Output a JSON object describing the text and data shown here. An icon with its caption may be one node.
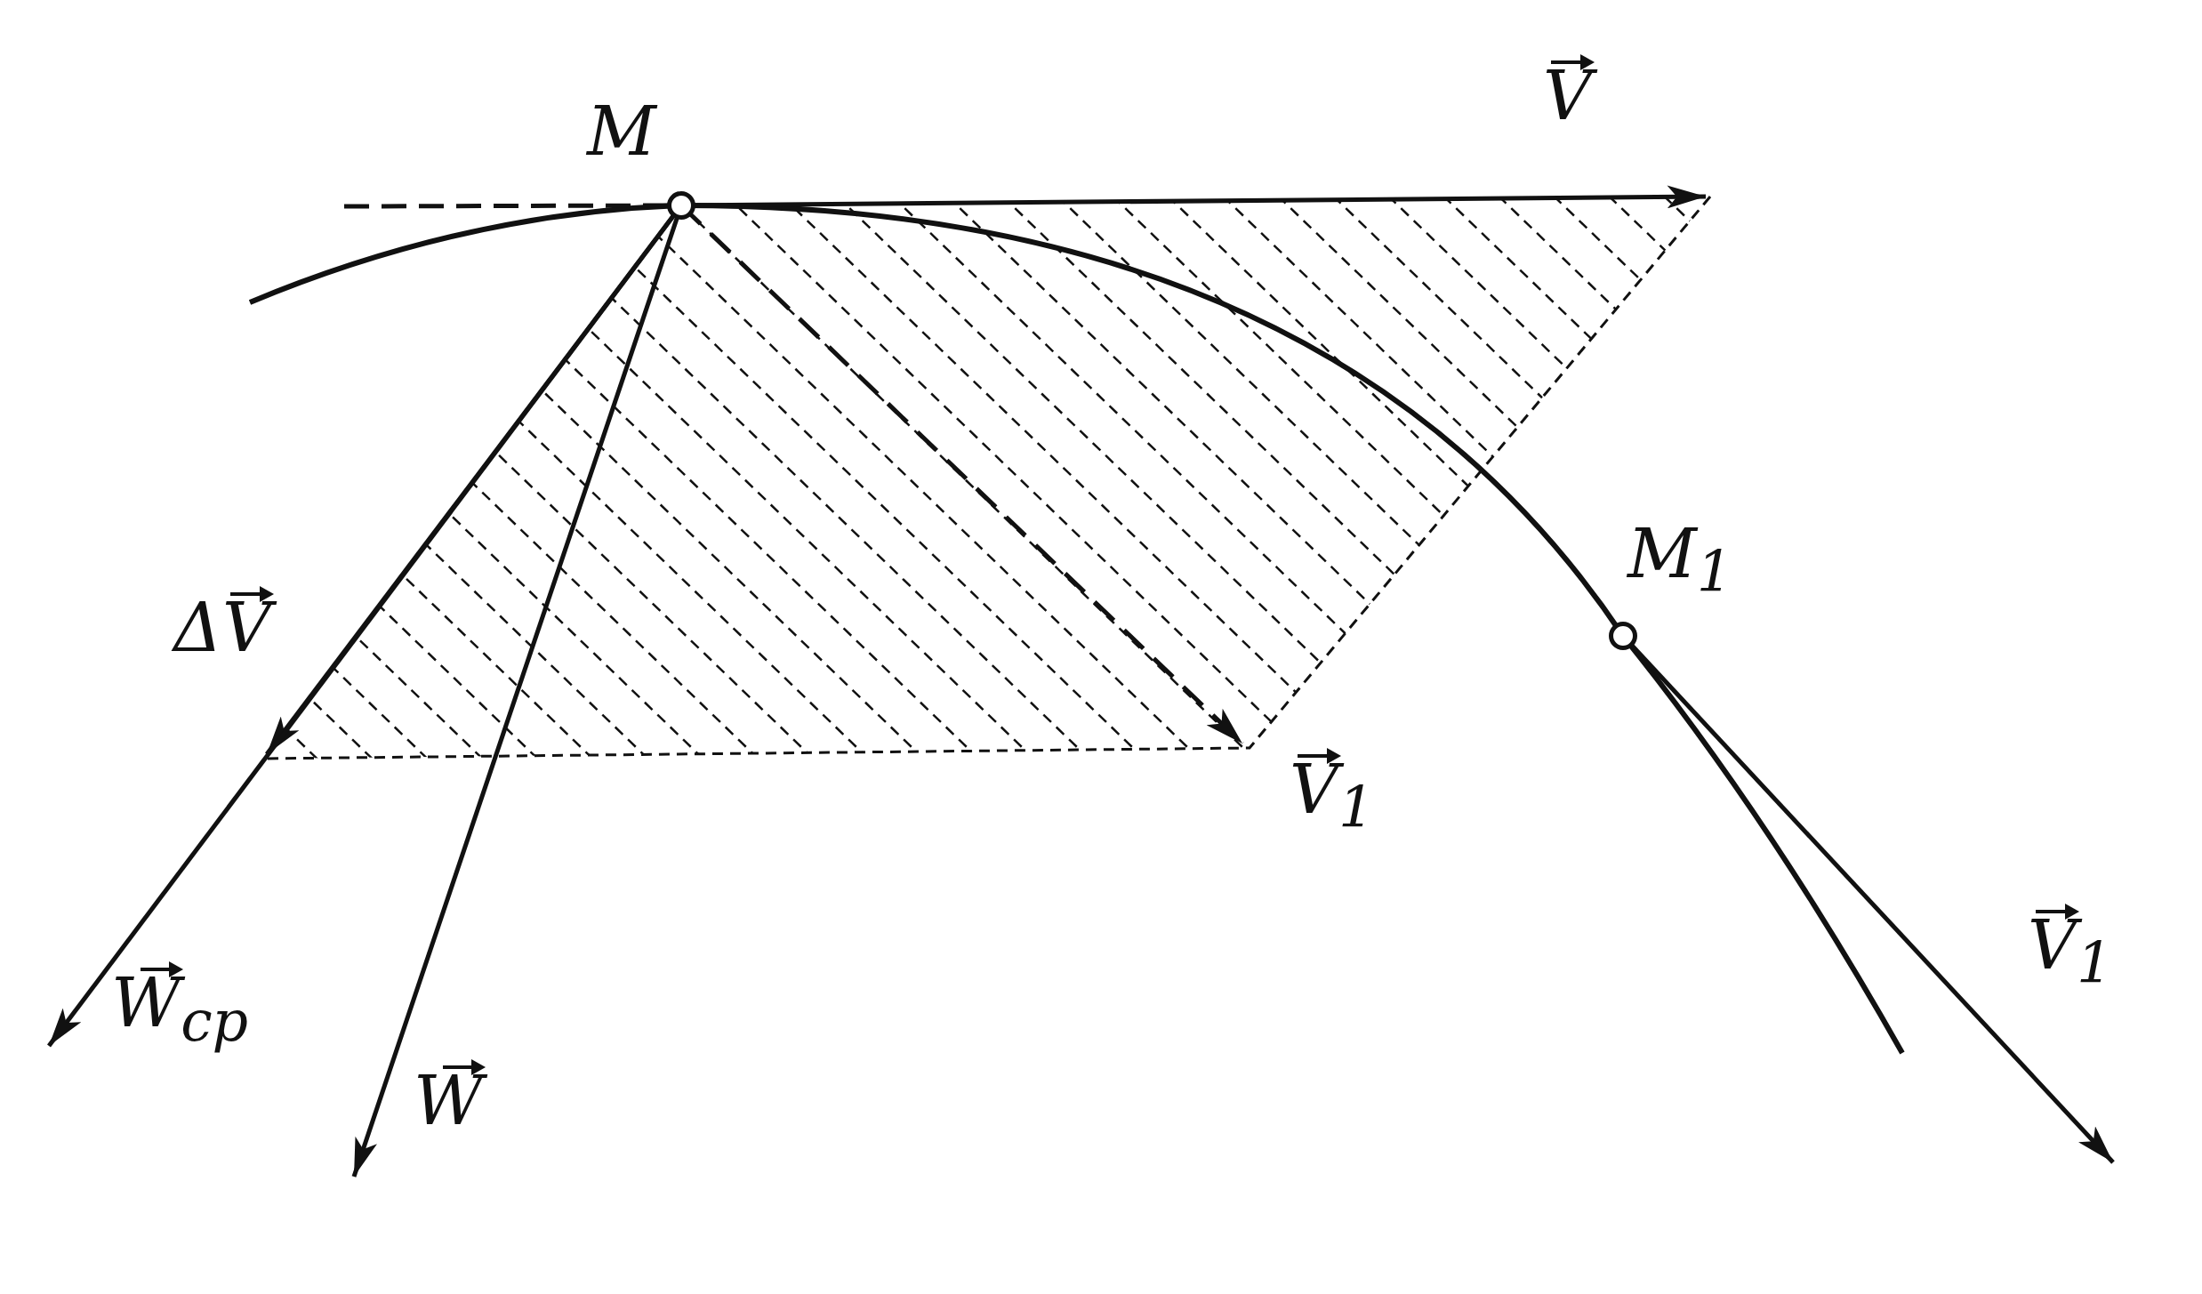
{
  "diagram": {
    "nodes": [
      {
        "text": [],
        "shape": "circle",
        "beside": [
          "M"
        ]
      },
      {
        "text": [],
        "shape": "circle",
        "beside": [
          "M$_{1}$"
        ]
      }
    ],
    "labels": [
      "V⃗",
      "ΔV⃗",
      "V⃗$_{1}$",
      "W⃗$_{ср}$",
      "W⃗",
      "V⃗$_{1}$"
    ]
  }
}
